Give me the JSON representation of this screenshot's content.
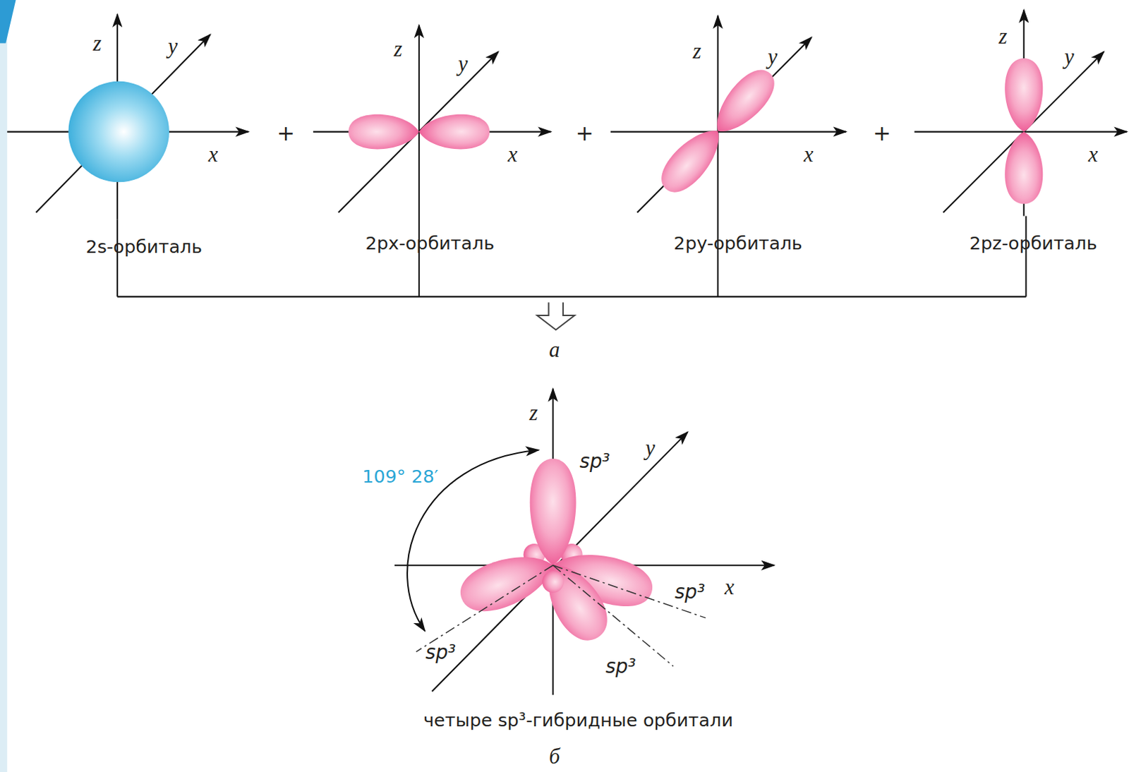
{
  "diagram": {
    "labels": [
      "z",
      "y",
      "x",
      "2s-орбиталь",
      "+",
      "z",
      "y",
      "x",
      "2px-орбиталь",
      "+",
      "z",
      "y",
      "x",
      "2py-орбиталь",
      "+",
      "z",
      "y",
      "x",
      "2pz-орбиталь",
      "а",
      "z",
      "y",
      "x",
      "109° 28′",
      "sp³",
      "sp³",
      "sp³",
      "sp³",
      "четыре sp³-гибридные орбитали",
      "б"
    ]
  }
}
